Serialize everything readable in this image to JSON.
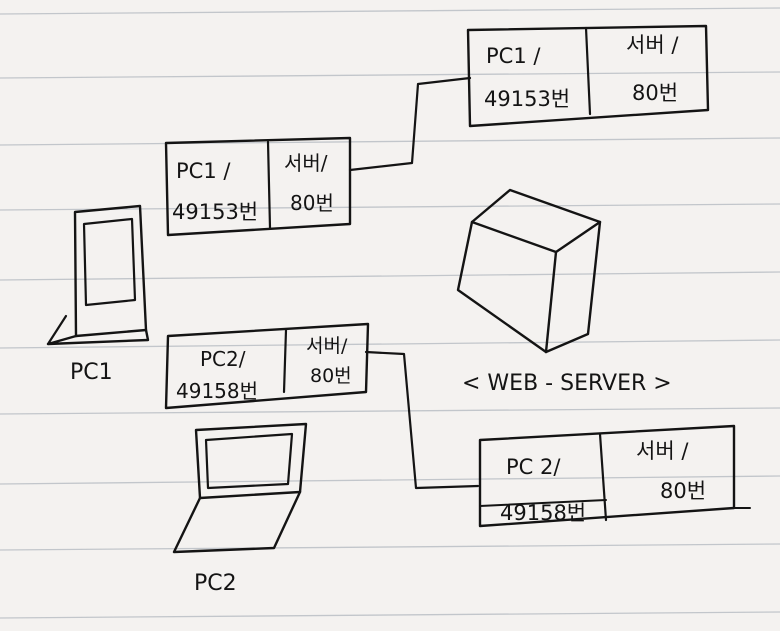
{
  "pc1": {
    "label": "PC1",
    "box_near": {
      "left_top": "PC1 /",
      "left_bottom": "49153번",
      "right_top": "서버/",
      "right_bottom": "80번"
    },
    "box_far": {
      "left_top": "PC1 /",
      "left_bottom": "49153번",
      "right_top": "서버 /",
      "right_bottom": "80번"
    }
  },
  "pc2": {
    "label": "PC2",
    "box_near": {
      "left_top": "PC2/",
      "left_bottom": "49158번",
      "right_top": "서버/",
      "right_bottom": "80번"
    },
    "box_far": {
      "left_top": "PC 2/",
      "left_bottom": "49158번",
      "right_top": "서버 /",
      "right_bottom": "80번"
    }
  },
  "server": {
    "label": "< WEB - SERVER >"
  }
}
